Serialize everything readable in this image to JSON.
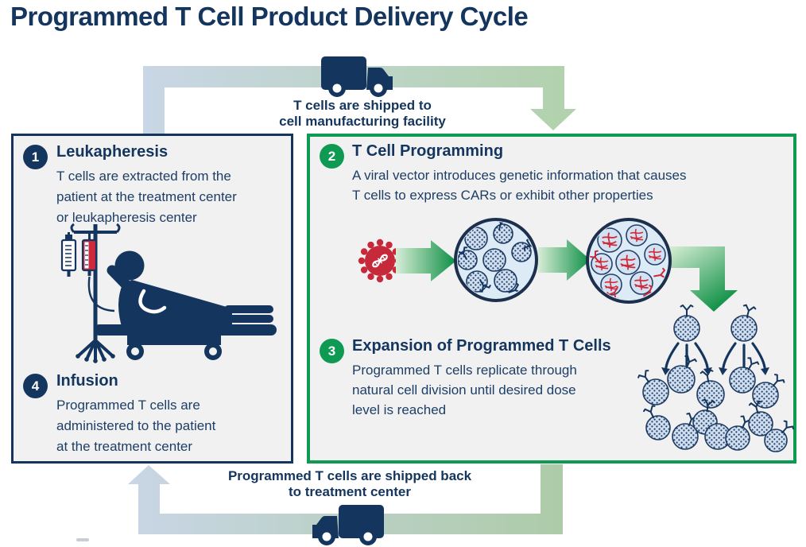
{
  "title": "Programmed T Cell Product Delivery Cycle",
  "shipping": {
    "to_facility": {
      "icon": "delivery-truck-icon",
      "lines": [
        "T cells are shipped to",
        "cell manufacturing facility"
      ]
    },
    "back_to_center": {
      "icon": "delivery-truck-icon",
      "lines": [
        "Programmed T cells are shipped back",
        "to treatment center"
      ]
    }
  },
  "steps": [
    {
      "number": "1",
      "title": "Leukapheresis",
      "body_lines": [
        "T cells are extracted from the",
        "patient at the treatment center",
        "or leukapheresis center"
      ]
    },
    {
      "number": "2",
      "title": "T Cell Programming",
      "body_lines": [
        "A viral vector introduces genetic information that causes",
        "T cells to express CARs or exhibit other properties"
      ]
    },
    {
      "number": "3",
      "title": "Expansion of Programmed T Cells",
      "body_lines": [
        "Programmed T cells replicate through",
        "natural cell division until desired dose",
        "level is reached"
      ]
    },
    {
      "number": "4",
      "title": "Infusion",
      "body_lines": [
        "Programmed T cells are",
        "administered to the patient",
        "at the treatment center"
      ]
    }
  ],
  "icons": {
    "top_arrow": "cycle-arrow-to-facility",
    "bottom_arrow": "cycle-arrow-back-to-center",
    "truck_top": "delivery-truck-icon",
    "truck_bottom": "delivery-truck-icon",
    "patient": "leukapheresis-patient-icon",
    "virus": "viral-vector-icon",
    "culture_1": "t-cell-culture-icon",
    "culture_2": "programmed-t-cell-culture-icon",
    "expansion": "t-cell-expansion-icon"
  },
  "colors": {
    "navy": "#14355e",
    "green": "#0f9a53",
    "light_blue_arrow": "#c9d6e6",
    "light_green_arrow": "#adcba8",
    "arrow_gradient_dark": "#0c8f44",
    "virus_red": "#c5293a",
    "box_fill": "#f1f1f1",
    "cell_fill": "#d6e5f2"
  }
}
